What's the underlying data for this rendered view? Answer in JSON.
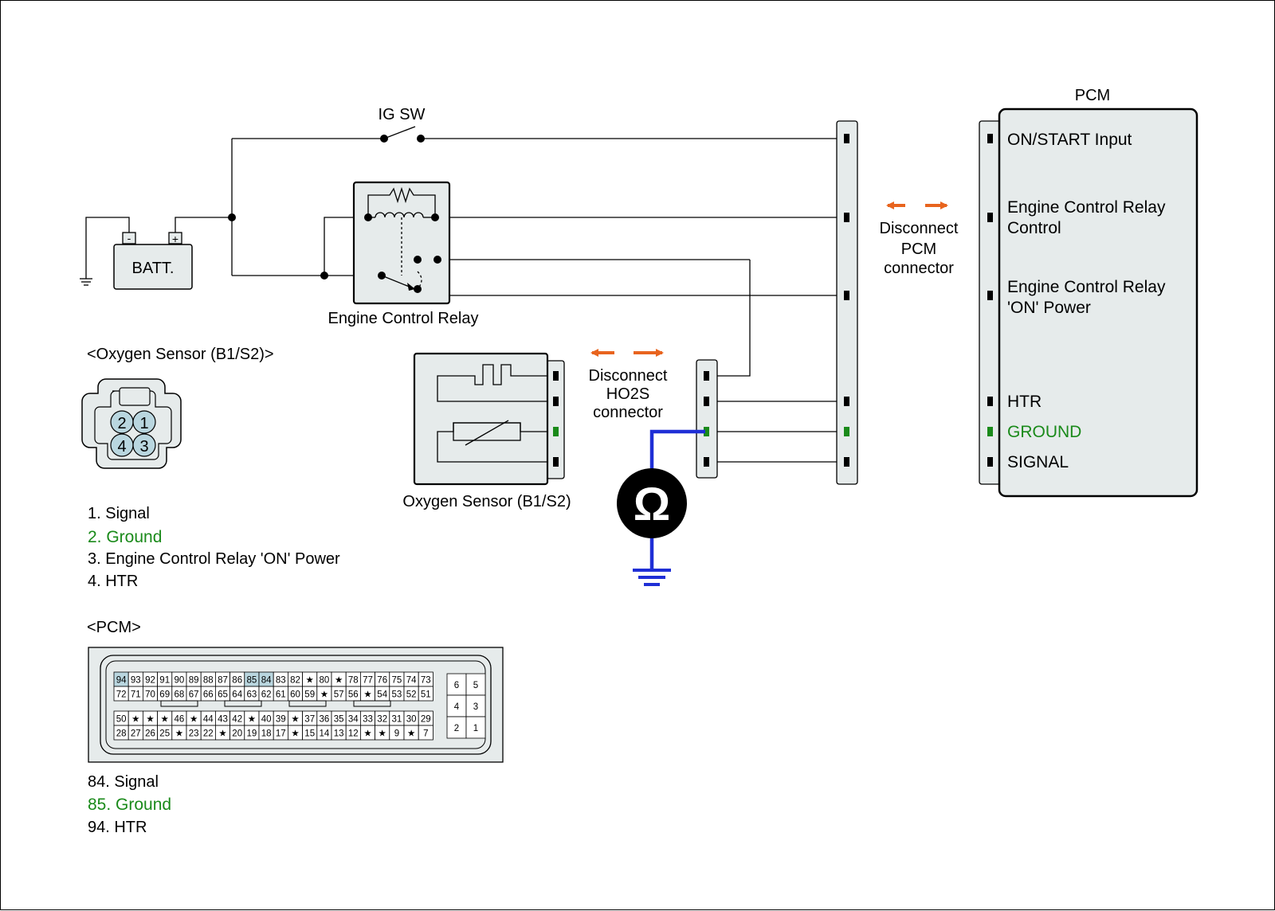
{
  "top": {
    "ig_sw": "IG SW",
    "batt": "BATT.",
    "batt_neg": "-",
    "batt_pos": "+",
    "relay_caption": "Engine Control Relay",
    "pcm_title": "PCM"
  },
  "disconnect": {
    "pcm": [
      "Disconnect",
      "PCM",
      "connector"
    ],
    "ho2s": [
      "Disconnect",
      "HO2S",
      "connector"
    ]
  },
  "pcm_pins": [
    "ON/START Input",
    "Engine Control Relay",
    "Control",
    "Engine Control Relay",
    "'ON' Power",
    "HTR",
    "GROUND",
    "SIGNAL"
  ],
  "ohm_symbol": "Ω",
  "sensor_caption": "Oxygen Sensor (B1/S2)",
  "o2_connector": {
    "title": "<Oxygen Sensor (B1/S2)>",
    "pins": [
      "2",
      "1",
      "4",
      "3"
    ],
    "legend": [
      "1. Signal",
      "2. Ground",
      "3. Engine Control Relay 'ON' Power",
      "4. HTR"
    ]
  },
  "pcm_connector": {
    "title": "<PCM>",
    "row1": [
      "94",
      "93",
      "92",
      "91",
      "90",
      "89",
      "88",
      "87",
      "86",
      "85",
      "84",
      "83",
      "82",
      "★",
      "80",
      "★",
      "78",
      "77",
      "76",
      "75",
      "74",
      "73"
    ],
    "row2": [
      "72",
      "71",
      "70",
      "69",
      "68",
      "67",
      "66",
      "65",
      "64",
      "63",
      "62",
      "61",
      "60",
      "59",
      "★",
      "57",
      "56",
      "★",
      "54",
      "53",
      "52",
      "51"
    ],
    "row3": [
      "50",
      "★",
      "★",
      "★",
      "46",
      "★",
      "44",
      "43",
      "42",
      "★",
      "40",
      "39",
      "★",
      "37",
      "36",
      "35",
      "34",
      "33",
      "32",
      "31",
      "30",
      "29"
    ],
    "row4": [
      "28",
      "27",
      "26",
      "25",
      "★",
      "23",
      "22",
      "★",
      "20",
      "19",
      "18",
      "17",
      "★",
      "15",
      "14",
      "13",
      "12",
      "★",
      "★",
      "9",
      "★",
      "7"
    ],
    "small": [
      "6",
      "5",
      "4",
      "3",
      "2",
      "1"
    ],
    "highlighted": [
      "94",
      "85",
      "84"
    ],
    "legend": [
      "84. Signal",
      "85. Ground",
      "94. HTR"
    ]
  },
  "colors": {
    "ground_green": "#1a8a1a",
    "probe_blue": "#1f2fd6",
    "arrow_orange": "#e8641e",
    "connector_fill": "#e6ebeb",
    "pin_highlight": "#b9d6df"
  }
}
